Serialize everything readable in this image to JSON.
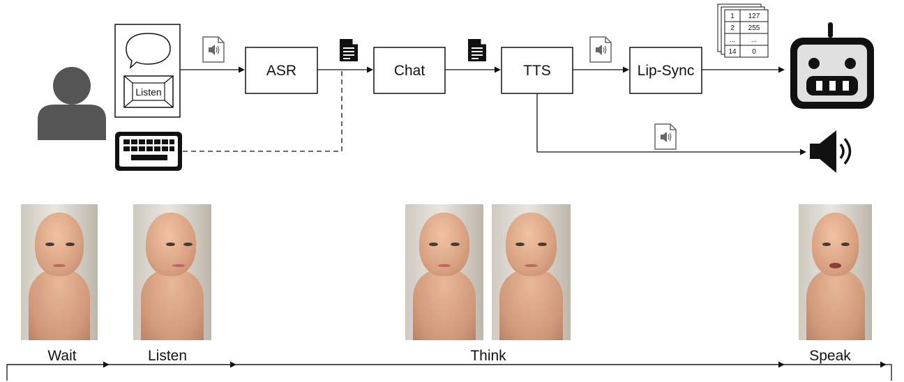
{
  "pipeline": {
    "asr_label": "ASR",
    "chat_label": "Chat",
    "tts_label": "TTS",
    "lipsync_label": "Lip-Sync"
  },
  "listen_button_label": "Listen",
  "viseme_table": {
    "rows": [
      [
        "1",
        "127"
      ],
      [
        "2",
        "255"
      ],
      [
        "...",
        "..."
      ],
      [
        "14",
        "0"
      ]
    ]
  },
  "stages": {
    "wait": "Wait",
    "listen": "Listen",
    "think": "Think",
    "speak": "Speak"
  },
  "icons": {
    "user": "user-icon",
    "speech_bubble": "speech-bubble-icon",
    "keyboard": "keyboard-icon",
    "audio_file": "audio-file-icon",
    "text_file": "text-file-icon",
    "robot": "robot-icon",
    "speaker": "speaker-icon"
  }
}
